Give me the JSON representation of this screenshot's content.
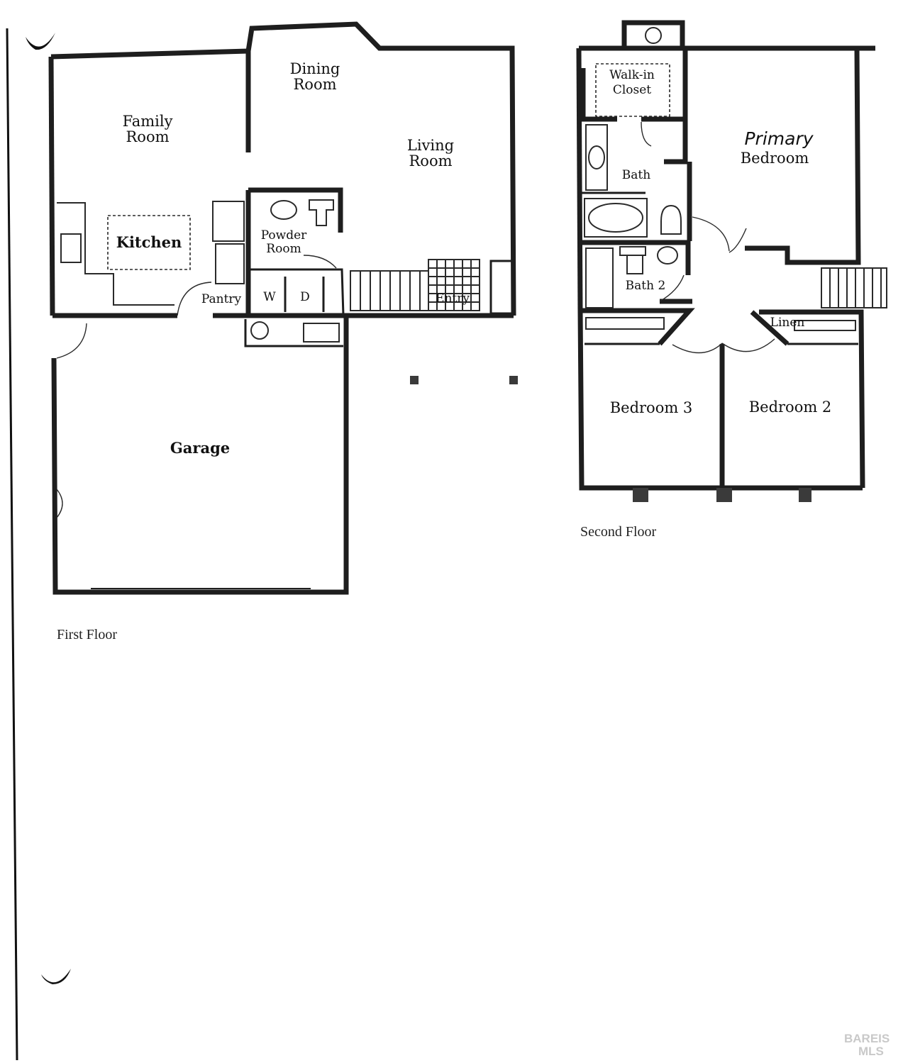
{
  "first_floor": {
    "caption": "First Floor",
    "rooms": {
      "family_room": [
        "Family",
        "Room"
      ],
      "dining_room": [
        "Dining",
        "Room"
      ],
      "living_room": [
        "Living",
        "Room"
      ],
      "kitchen": "Kitchen",
      "powder_room": [
        "Powder",
        "Room"
      ],
      "pantry": "Pantry",
      "washer": "W",
      "dryer": "D",
      "entry": "Entry",
      "garage": "Garage"
    }
  },
  "second_floor": {
    "caption": "Second Floor",
    "rooms": {
      "walk_in_closet": [
        "Walk-in",
        "Closet"
      ],
      "bath": "Bath",
      "primary_handwritten": "Primary",
      "primary_bedroom": "Bedroom",
      "bath_2": "Bath 2",
      "linen": "Linen",
      "bedroom_3": "Bedroom 3",
      "bedroom_2": "Bedroom 2"
    }
  },
  "watermark": {
    "line1": "BAREIS",
    "line2": "MLS"
  },
  "colors": {
    "wall": "#1e1e1e",
    "paper": "#ffffff"
  }
}
